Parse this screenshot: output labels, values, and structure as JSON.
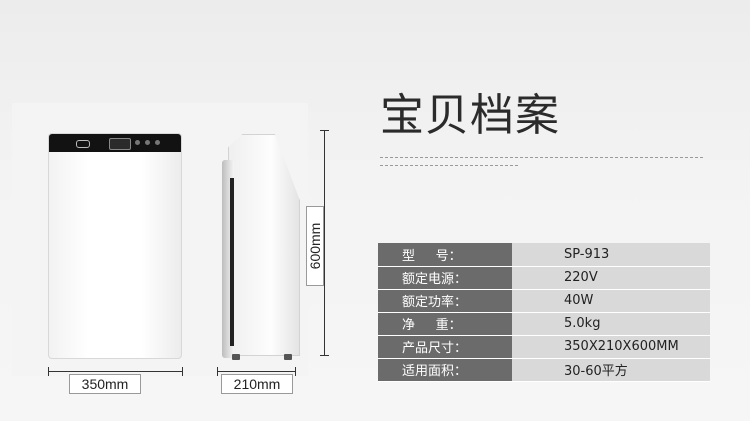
{
  "heading": "宝贝档案",
  "dimensions": {
    "width": "350mm",
    "depth": "210mm",
    "height": "600mm"
  },
  "specs": [
    {
      "label": "型     号：",
      "value": "SP-913"
    },
    {
      "label": "额定电源：",
      "value": "220V"
    },
    {
      "label": "额定功率：",
      "value": "40W"
    },
    {
      "label": "净     重：",
      "value": "5.0kg"
    },
    {
      "label": "产品尺寸：",
      "value": "350X210X600MM"
    },
    {
      "label": "适用面积：",
      "value": "30-60平方"
    }
  ],
  "colors": {
    "label_bg": "#6b6b6b",
    "value_bg": "#d9d9d9",
    "heading": "#2b2b2b"
  }
}
